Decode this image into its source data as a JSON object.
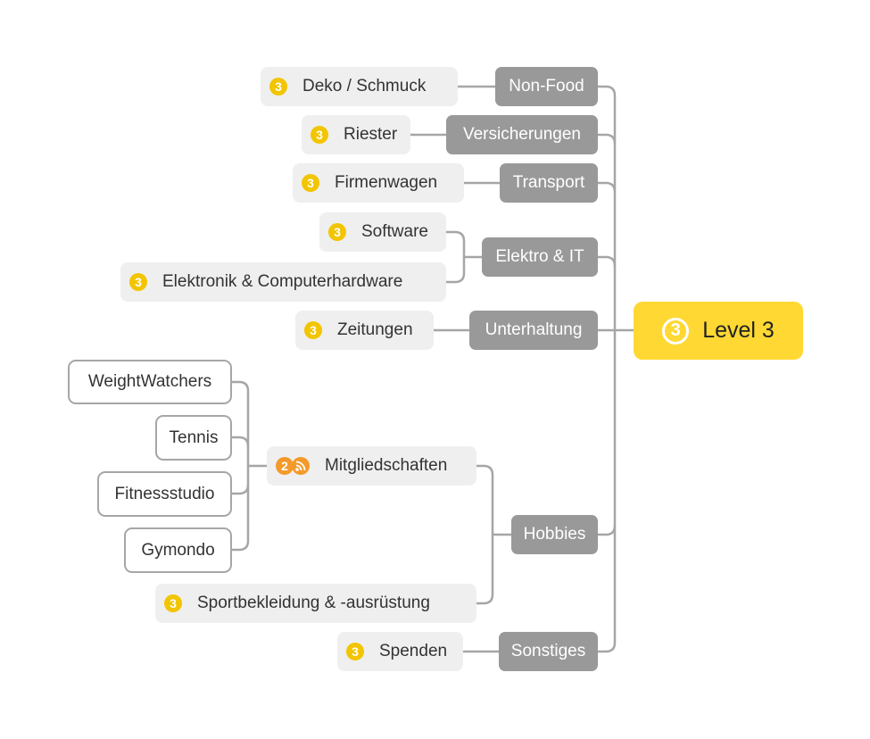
{
  "root": {
    "badge": "3",
    "label": "Level 3"
  },
  "categories": [
    {
      "label": "Non-Food",
      "children": [
        {
          "badge": "3",
          "label": "Deko / Schmuck"
        }
      ]
    },
    {
      "label": "Versicherungen",
      "children": [
        {
          "badge": "3",
          "label": "Riester"
        }
      ]
    },
    {
      "label": "Transport",
      "children": [
        {
          "badge": "3",
          "label": "Firmenwagen"
        }
      ]
    },
    {
      "label": "Elektro & IT",
      "children": [
        {
          "badge": "3",
          "label": "Software"
        },
        {
          "badge": "3",
          "label": "Elektronik & Computerhardware"
        }
      ]
    },
    {
      "label": "Unterhaltung",
      "children": [
        {
          "badge": "3",
          "label": "Zeitungen"
        }
      ]
    },
    {
      "label": "Hobbies",
      "children": [
        {
          "badge": "2",
          "icon": "rss-icon",
          "label": "Mitgliedschaften",
          "children": [
            "WeightWatchers",
            "Tennis",
            "Fitnessstudio",
            "Gymondo"
          ]
        },
        {
          "badge": "3",
          "label": "Sportbekleidung & -ausrüstung"
        }
      ]
    },
    {
      "label": "Sonstiges",
      "children": [
        {
          "badge": "3",
          "label": "Spenden"
        }
      ]
    }
  ],
  "colors": {
    "root": "#ffd833",
    "category": "#999999",
    "leaf": "#efefef",
    "connector": "#a6a6a6",
    "badge_level3": "#f2c500",
    "badge_level2": "#f39a2b"
  }
}
